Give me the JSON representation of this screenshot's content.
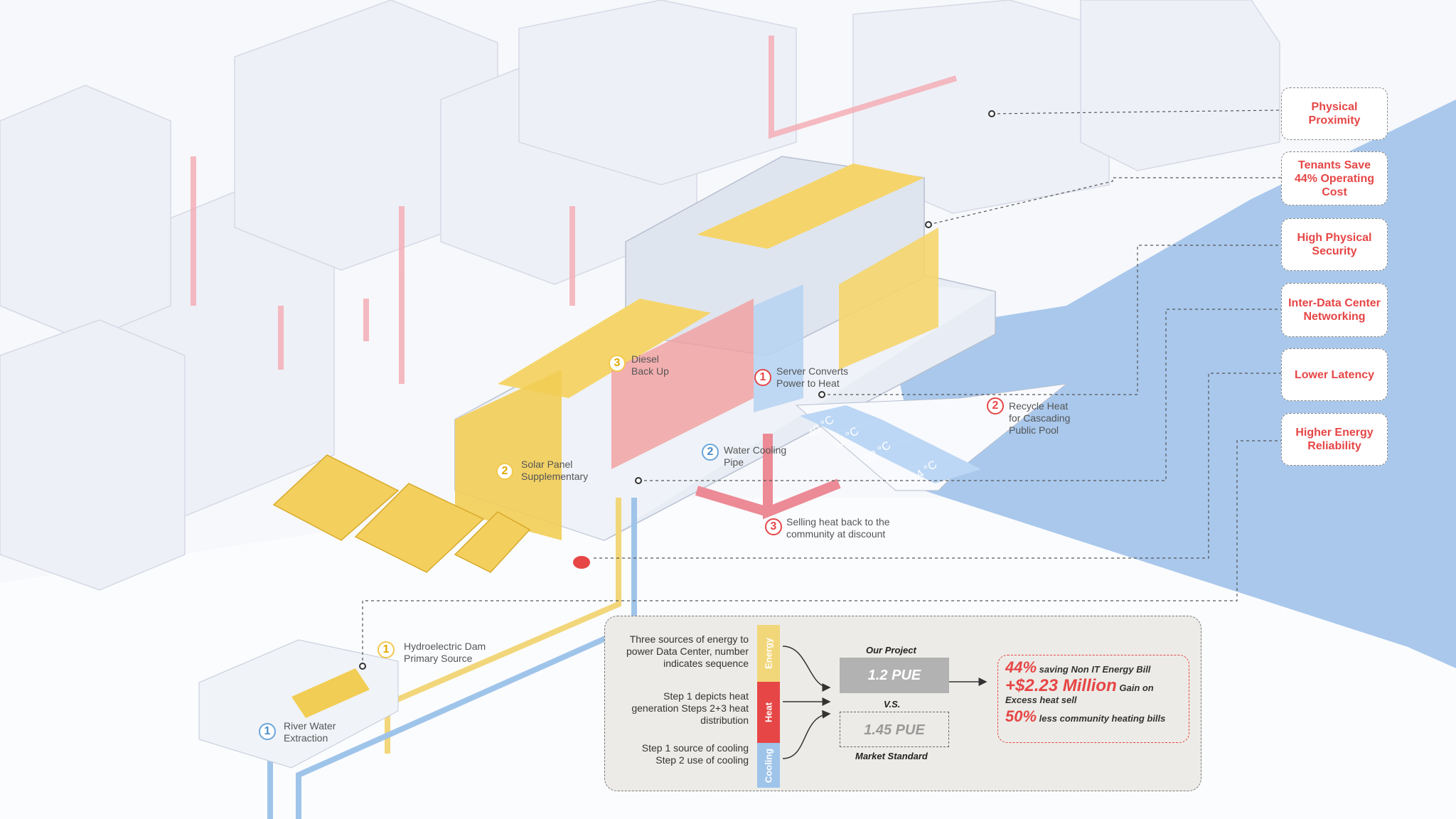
{
  "callouts": [
    "Physical Proximity",
    "Tenants Save 44% Operating Cost",
    "High Physical Security",
    "Inter-Data Center Networking",
    "Lower Latency",
    "Higher Energy Reliability"
  ],
  "labels": {
    "diesel": {
      "num": "3",
      "text": "Diesel Back Up"
    },
    "server": {
      "num": "1",
      "text": "Server Converts Power to Heat"
    },
    "recycle": {
      "num": "2",
      "text": "Recycle Heat for Cascading Public Pool"
    },
    "solar": {
      "num": "2",
      "text": "Solar Panel Supplementary"
    },
    "cooling_pipe": {
      "num": "2",
      "text": "Water Cooling Pipe"
    },
    "selling": {
      "num": "3",
      "text": "Selling heat back to the community at discount"
    },
    "hydro": {
      "num": "1",
      "text": "Hydroelectric Dam Primary Source"
    },
    "river": {
      "num": "1",
      "text": "River Water Extraction"
    }
  },
  "pool_temps": [
    "40 °C",
    "32 °C",
    "22 °C",
    "14 °C"
  ],
  "legend": {
    "energy_text": "Three sources of energy to power Data Center, number indicates sequence",
    "heat_text": "Step 1 depicts heat generation Steps 2+3 heat distribution",
    "cooling_text": "Step 1 source of cooling Step 2 use of cooling",
    "bars": {
      "energy": "Energy",
      "heat": "Heat",
      "cooling": "Cooling"
    },
    "our_project": "Our Project",
    "our_pue": "1.2 PUE",
    "vs": "V.S.",
    "market_pue": "1.45 PUE",
    "market_standard": "Market Standard",
    "results": {
      "r1_big": "44%",
      "r1_text": "saving Non IT Energy Bill",
      "r2_big": "+$2.23 Million",
      "r2_text": "Gain on Excess heat sell",
      "r3_big": "50%",
      "r3_text": "less community heating bills"
    }
  },
  "colors": {
    "red": "#e64646",
    "yellow": "#f2c94c",
    "blue": "#6aa6dc",
    "water": "#a9c8ec"
  }
}
